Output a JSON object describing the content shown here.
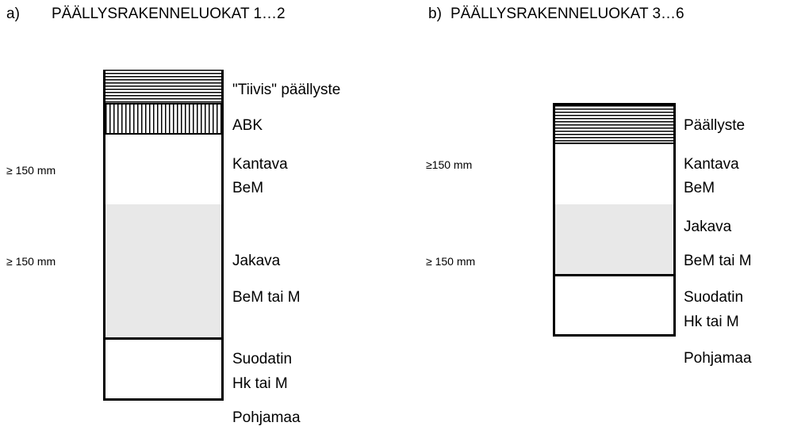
{
  "panel_a": {
    "marker": "a)",
    "title": "PÄÄLLYSRAKENNELUOKAT 1…2",
    "dimensions": [
      "≥ 150 mm",
      "≥ 150 mm"
    ],
    "labels": {
      "surface": "\"Tiivis\" päällyste",
      "abk": "ABK",
      "base_1": "Kantava",
      "base_2": "BeM",
      "sub_1": "Jakava",
      "sub_2": "BeM tai M",
      "filter_1": "Suodatin",
      "filter_2": "Hk tai M",
      "subgrade": "Pohjamaa"
    }
  },
  "panel_b": {
    "marker": "b)",
    "title": "PÄÄLLYSRAKENNELUOKAT 3…6",
    "dimensions": [
      "≥150 mm",
      "≥ 150 mm"
    ],
    "labels": {
      "surface": "Päällyste",
      "base_1": "Kantava",
      "base_2": "BeM",
      "sub_1": "Jakava",
      "sub_2": "BeM tai M",
      "filter_1": "Suodatin",
      "filter_2": "Hk tai M",
      "subgrade": "Pohjamaa"
    }
  }
}
